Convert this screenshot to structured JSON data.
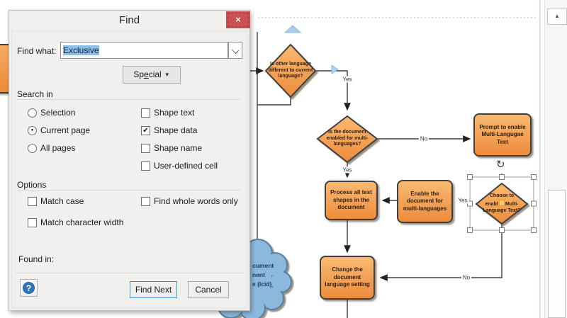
{
  "dialog": {
    "title": "Find",
    "find_what": {
      "label": "Find what:",
      "value": "Exclusive"
    },
    "special": {
      "pre": "Sp",
      "accel": "e",
      "post": "cial"
    },
    "search_in": {
      "label": "Search in",
      "radios": [
        {
          "label": "Selection",
          "mark": ""
        },
        {
          "label": "Current page",
          "mark": "●"
        },
        {
          "label": "All pages",
          "mark": ""
        }
      ],
      "checks": [
        {
          "label": "Shape text",
          "mark": ""
        },
        {
          "label": "Shape data",
          "mark": "✔"
        },
        {
          "label": "Shape name",
          "mark": ""
        },
        {
          "label": "User-defined cell",
          "mark": ""
        }
      ]
    },
    "options": {
      "label": "Options",
      "checks": [
        {
          "label": "Match case",
          "mark": ""
        },
        {
          "label": "Find whole words only",
          "mark": ""
        },
        {
          "label": "Match character width",
          "mark": ""
        }
      ]
    },
    "found_in_label": "Found in:",
    "buttons": {
      "find_next": "Find Next",
      "cancel": "Cancel"
    },
    "icons": {
      "close": "×",
      "combo_dropdown": "chevron-down",
      "special_arrow": "▼",
      "help": "?"
    }
  },
  "canvas": {
    "shapes": {
      "decision_other_language": "Is other language different to current language?",
      "decision_doc_enabled": "Is the document enabled for multi-languages?",
      "prompt_enable": "Prompt to enable Multi-Langugae Text",
      "process_all_text": "Process all text shapes in the document",
      "enable_document": "Enable the document for multi-languages",
      "choose_line1": "Choose to",
      "choose_line2_pre": "enabl",
      "choose_line2_post": "Multi-",
      "choose_line3": "Language Text?",
      "change_setting": "Change the document language setting"
    },
    "connector_labels": {
      "yes1": "Yes",
      "yes2": "Yes",
      "yes3": "Yes",
      "no1": "No",
      "no2": "No"
    },
    "cloud_fragments": {
      "l1": "cument",
      "l2": "nent",
      "l3": "e (lcid)"
    },
    "icons": {
      "scroll_up": "▲",
      "rotate": "↻"
    },
    "colors": {
      "shape_fill_top": "#f9ba70",
      "shape_fill_bottom": "#ed8c3c",
      "shape_border": "#3f3f3f",
      "cloud_fill": "#8cb8dc",
      "cloud_border": "#54809f",
      "close_red": "#ca5052",
      "text_selection_blue": "#8cc0ea",
      "guide_blue": "#a5cae4"
    }
  }
}
